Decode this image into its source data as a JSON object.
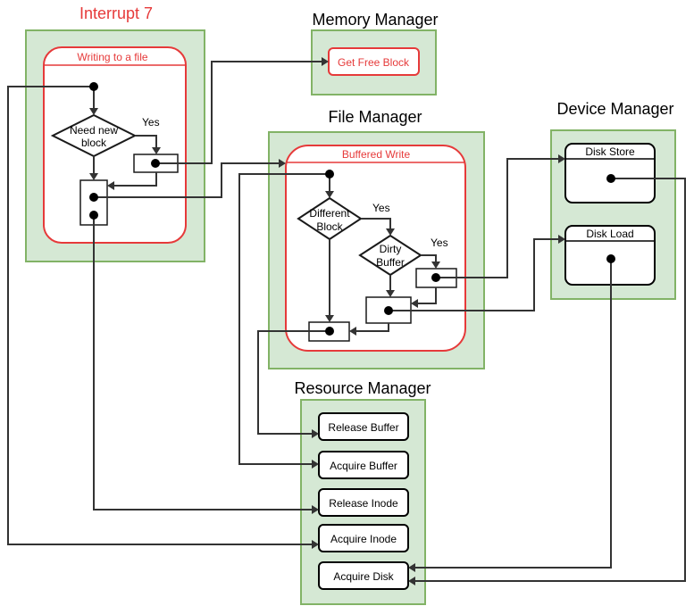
{
  "titles": {
    "interrupt": "Interrupt 7",
    "memory": "Memory Manager",
    "file": "File Manager",
    "device": "Device Manager",
    "resource": "Resource Manager"
  },
  "interrupt": {
    "inner_label": "Writing to a  file",
    "decision": [
      "Need new",
      "block"
    ],
    "yes": "Yes"
  },
  "memory": {
    "get_free_block": "Get Free Block"
  },
  "file_manager": {
    "inner_label": "Buffered Write",
    "decision1": [
      "Different",
      "Block"
    ],
    "decision2": [
      "Dirty",
      "Buffer"
    ],
    "yes1": "Yes",
    "yes2": "Yes"
  },
  "device": {
    "disk_store": "Disk Store",
    "disk_load": "Disk Load"
  },
  "resource": {
    "release_buffer": "Release Buffer",
    "acquire_buffer": "Acquire Buffer",
    "release_inode": "Release Inode",
    "acquire_inode": "Acquire Inode",
    "acquire_disk": "Acquire Disk"
  },
  "colors": {
    "package_fill": "#d5e8d4",
    "package_stroke": "#82b366",
    "accent_red": "#e63a3a"
  }
}
